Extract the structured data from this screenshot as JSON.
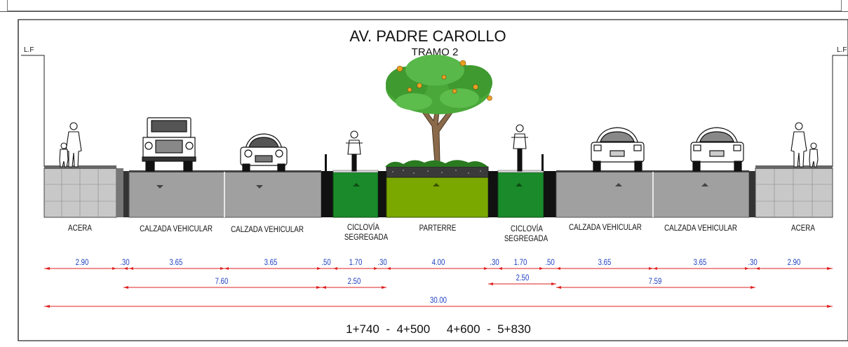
{
  "title": "AV. PADRE CAROLLO",
  "subtitle": "TRAMO 2",
  "lf_left": "L.F",
  "lf_right": "L.F",
  "zones": [
    {
      "label": "ACERA"
    },
    {
      "label": "CALZADA VEHICULAR"
    },
    {
      "label": "CALZADA VEHICULAR"
    },
    {
      "label": "CICLOVÍA",
      "label2": "SEGREGADA"
    },
    {
      "label": "PARTERRE"
    },
    {
      "label": "CICLOVÍA",
      "label2": "SEGREGADA"
    },
    {
      "label": "CALZADA VEHICULAR"
    },
    {
      "label": "CALZADA VEHICULAR"
    },
    {
      "label": "ACERA"
    }
  ],
  "dimensions_row1": [
    "2.90",
    ".30",
    "3.65",
    "3.65",
    ".50",
    "1.70",
    ".30",
    "4.00",
    ".30",
    "1.70",
    ".50",
    "3.65",
    "3.65",
    ".30",
    "2.90"
  ],
  "dimensions_row2": [
    "7.60",
    "2.50",
    "2.50",
    "7.59"
  ],
  "dimension_total": "30.00",
  "chainage": "1+740  -  4+500     4+600  -  5+830",
  "colors": {
    "asphalt": "#a0a0a0",
    "sidewalk": "#c8c8c8",
    "bike_lane": "#1a8a2a",
    "planter": "#7aa800",
    "dimension_line": "#e02020",
    "dimension_text": "#2040c0"
  },
  "icons": [
    "pedestrian-icon",
    "jeep-icon",
    "car-front-icon",
    "cyclist-icon",
    "tree-icon",
    "car-rear-icon"
  ]
}
